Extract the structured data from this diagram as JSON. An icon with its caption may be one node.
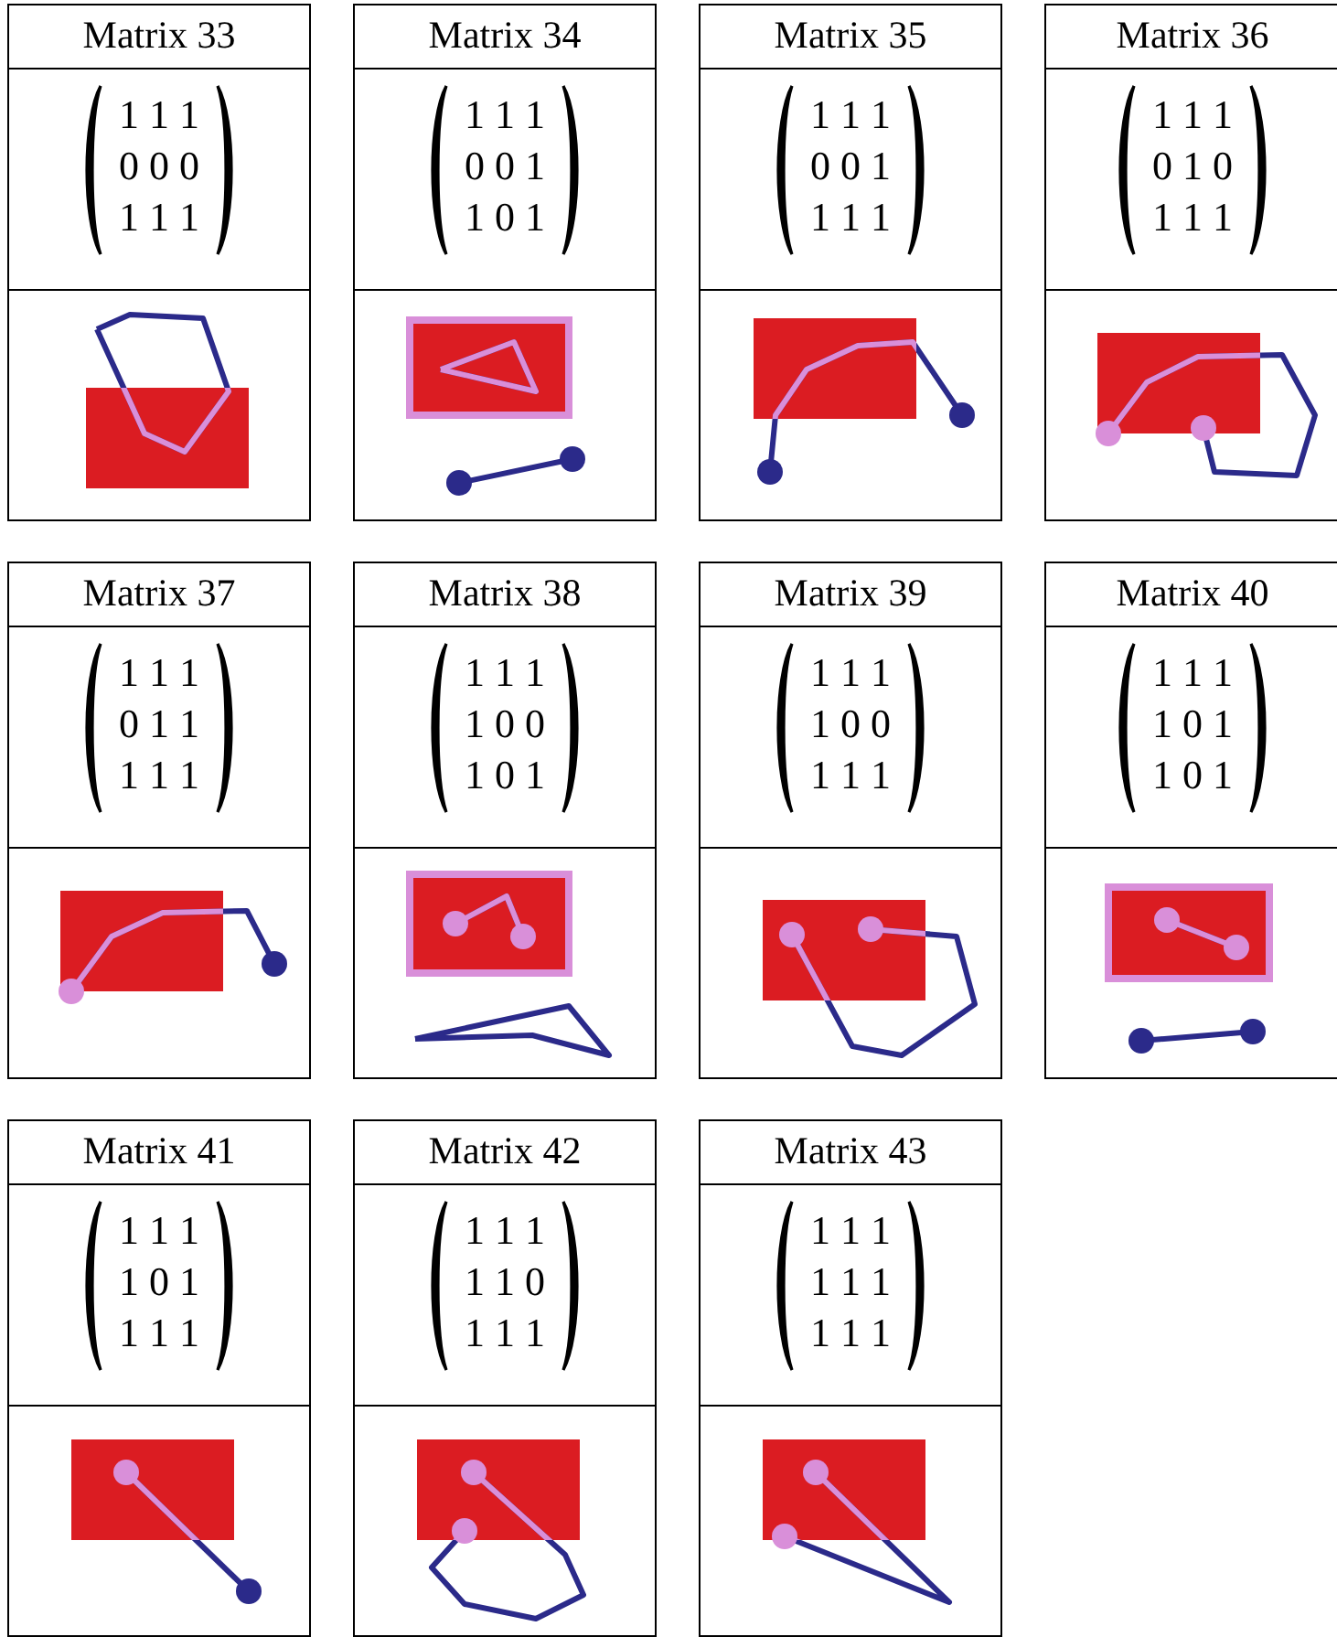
{
  "diagram": {
    "nodes": [
      {
        "text": [
          "Matrix 33",
          "1 1 1 0 0 0 1 1 1"
        ]
      },
      {
        "text": [
          "Matrix 34",
          "1 1 1 0 0 1 1 0 1"
        ]
      },
      {
        "text": [
          "Matrix 35",
          "1 1 1 0 0 1 1 1 1"
        ]
      },
      {
        "text": [
          "Matrix 36",
          "1 1 1 0 1 0 1 1 1"
        ]
      },
      {
        "text": [
          "Matrix 37",
          "1 1 1 0 1 1 1 1 1"
        ]
      },
      {
        "text": [
          "Matrix 38",
          "1 1 1 1 0 0 1 0 1"
        ]
      },
      {
        "text": [
          "Matrix 39",
          "1 1 1 1 0 0 1 1 1"
        ]
      },
      {
        "text": [
          "Matrix 40",
          "1 1 1 1 0 1 1 0 1"
        ]
      },
      {
        "text": [
          "Matrix 41",
          "1 1 1 1 0 1 1 1 1"
        ]
      },
      {
        "text": [
          "Matrix 42",
          "1 1 1 1 1 0 1 1 1"
        ]
      },
      {
        "text": [
          "Matrix 43",
          "1 1 1 1 1 1 1 1 1"
        ]
      }
    ]
  }
}
